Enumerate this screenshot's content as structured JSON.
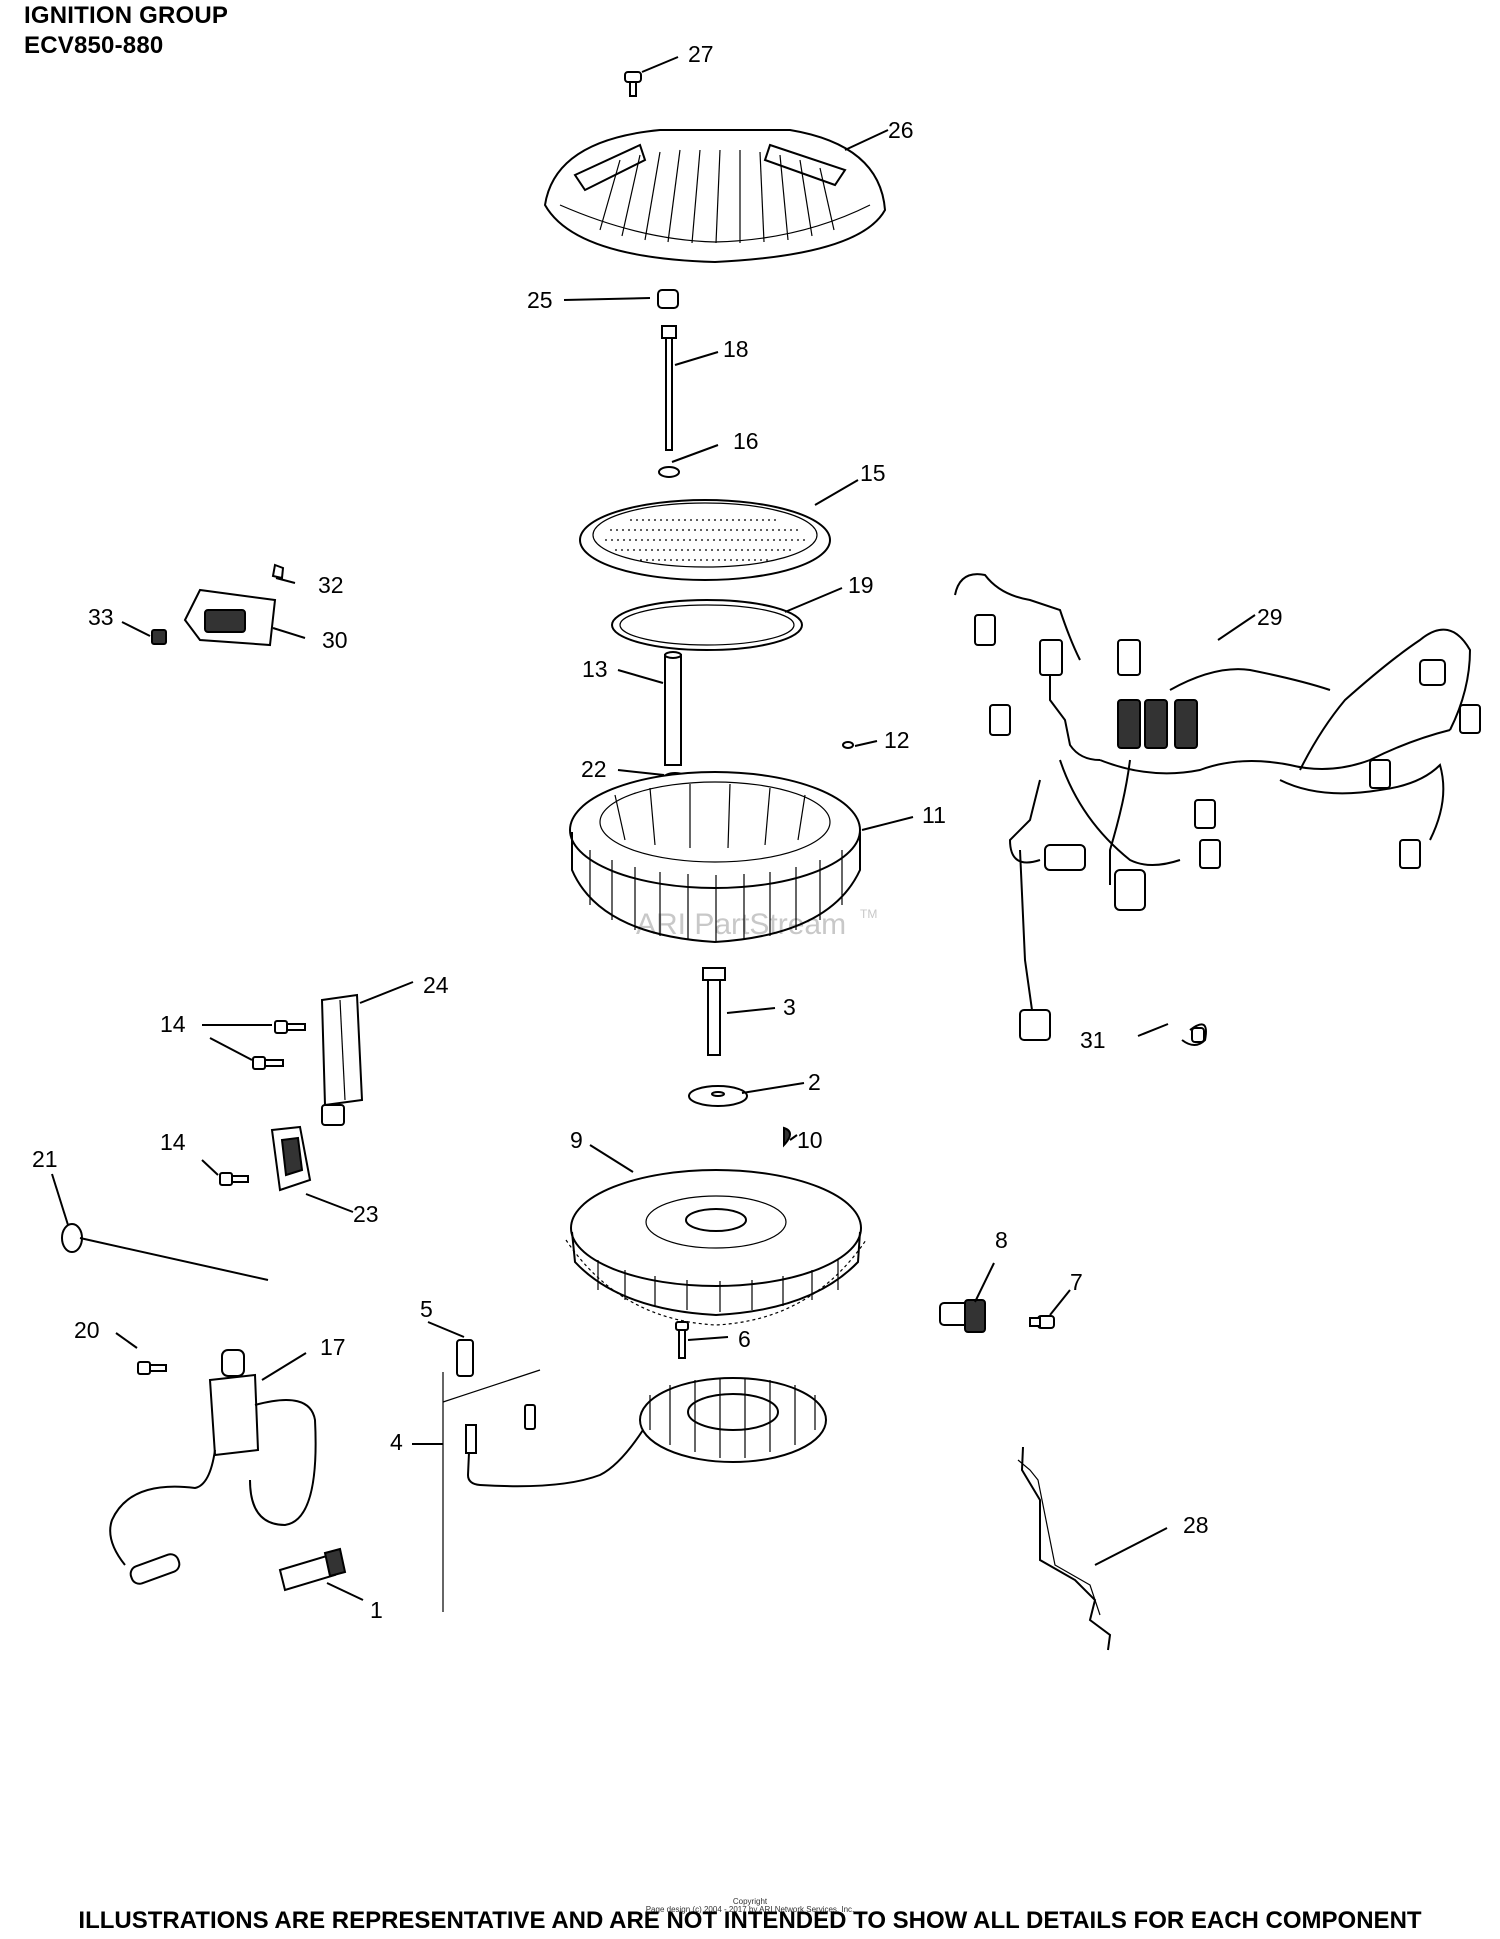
{
  "header": {
    "title": "IGNITION GROUP",
    "model": "ECV850-880"
  },
  "watermark": {
    "text": "ARI PartStream",
    "trademark": "TM"
  },
  "copyright": {
    "line1": "Copyright",
    "line2": "Page design (c) 2004 - 2017 by ARI Network Services, Inc."
  },
  "footer": {
    "disclaimer": "ILLUSTRATIONS ARE REPRESENTATIVE AND ARE NOT INTENDED TO SHOW ALL DETAILS FOR EACH COMPONENT"
  },
  "callouts": [
    "1",
    "2",
    "3",
    "4",
    "5",
    "6",
    "7",
    "8",
    "9",
    "10",
    "11",
    "12",
    "13",
    "14",
    "14",
    "15",
    "16",
    "17",
    "18",
    "19",
    "20",
    "21",
    "22",
    "23",
    "24",
    "25",
    "26",
    "27",
    "28",
    "29",
    "30",
    "31",
    "32",
    "33"
  ],
  "colors": {
    "line": "#000000",
    "watermark": "#c8c8c8",
    "background": "#ffffff"
  }
}
